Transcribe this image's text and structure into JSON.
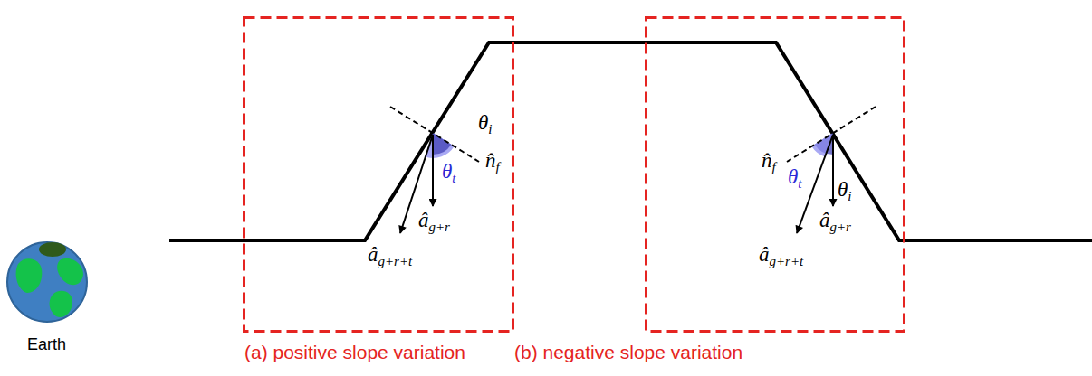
{
  "diagram": {
    "nodes": [
      {
        "text": [
          "(a) positive slope variation"
        ]
      },
      {
        "text": [
          "(b) negative slope variation"
        ]
      }
    ],
    "labels": [
      "Earth",
      "θi",
      "θt",
      "n̂f",
      "âg+r+t",
      "âg+r",
      "n̂f",
      "θt",
      "θi",
      "âg+r+t",
      "âg+r"
    ]
  }
}
